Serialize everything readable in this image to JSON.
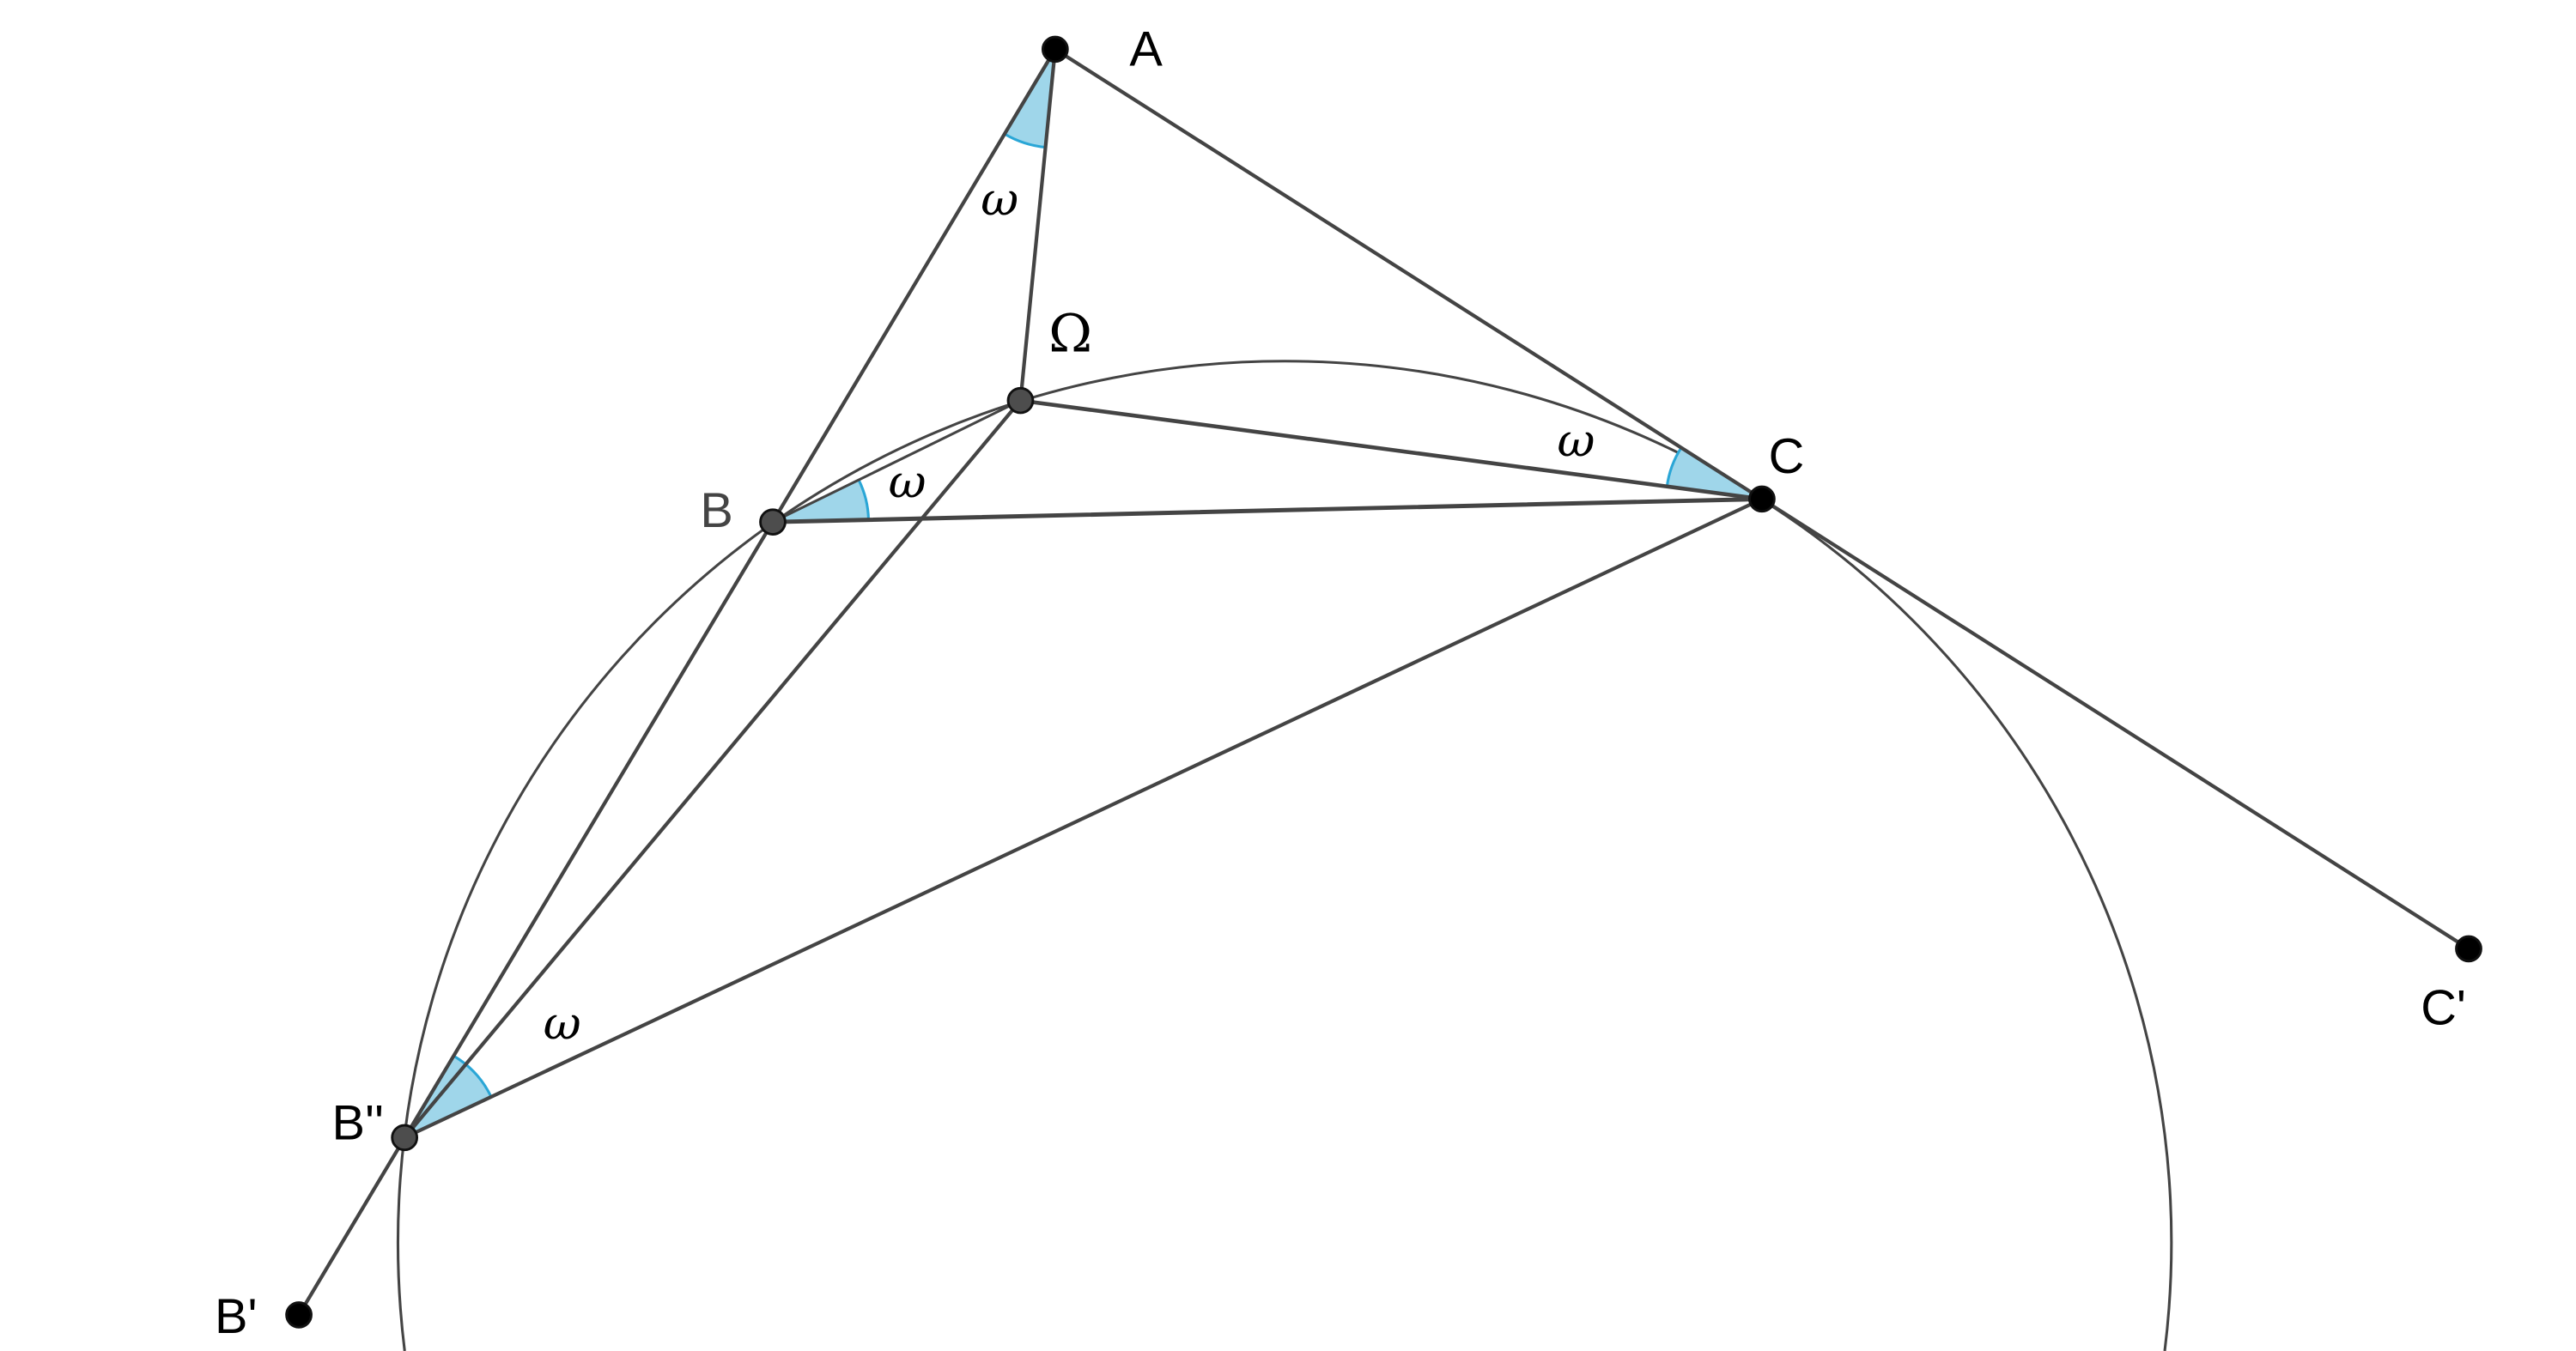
{
  "title": "Brocard point construction",
  "points": {
    "A": "A",
    "B": "B",
    "C": "C",
    "Omega": "Ω",
    "B_prime": "B'",
    "B_double_prime": "B''",
    "C_prime": "C'"
  },
  "angle_labels": {
    "at_A": "ω",
    "at_B": "ω",
    "at_C": "ω",
    "at_B_double_prime": "ω"
  },
  "colors": {
    "line": "#444444",
    "angle_fill": "#9fd6ea",
    "angle_stroke": "#2aa6d6",
    "point_black": "#000000",
    "point_gray": "#4d4d4d"
  }
}
